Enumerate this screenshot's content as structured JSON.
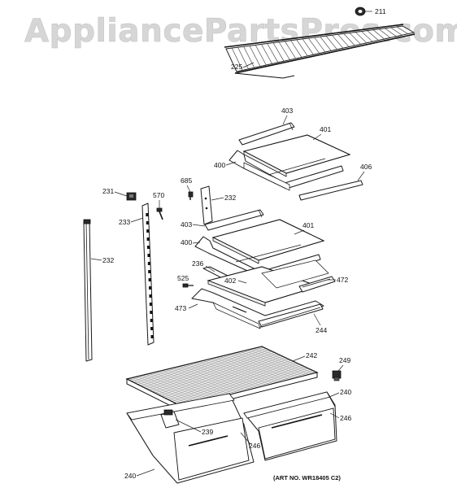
{
  "watermark": "AppliancePartsPros.com",
  "art_number": "(ART NO. WR18405 C2)",
  "callouts": {
    "c211": "211",
    "c225": "225",
    "c403a": "403",
    "c401a": "401",
    "c400a": "400",
    "c406": "406",
    "c685": "685",
    "c231": "231",
    "c570": "570",
    "c232a": "232",
    "c233": "233",
    "c403b": "403",
    "c401b": "401",
    "c400b": "400",
    "c236": "236",
    "c232b": "232",
    "c525": "525",
    "c402": "402",
    "c472": "472",
    "c473": "473",
    "c244": "244",
    "c242": "242",
    "c249": "249",
    "c240a": "240",
    "c239": "239",
    "c246a": "246",
    "c246b": "246",
    "c240b": "240"
  }
}
